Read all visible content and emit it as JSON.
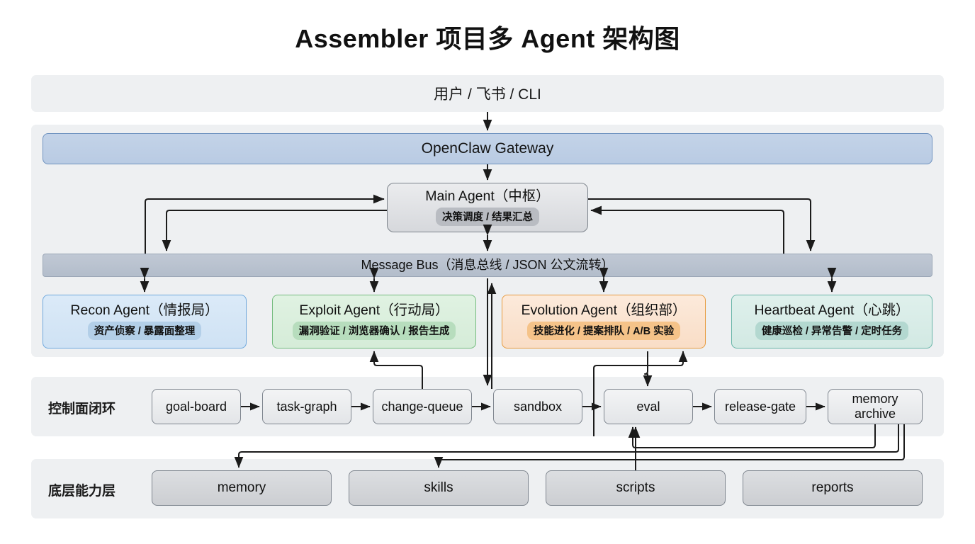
{
  "title": "Assembler 项目多 Agent 架构图",
  "layers": {
    "user": {
      "label": "用户 / 飞书 / CLI"
    },
    "gateway": {
      "label": "OpenClaw Gateway"
    },
    "main_agent": {
      "label": "Main Agent（中枢）",
      "pill": "决策调度 / 结果汇总"
    },
    "bus": {
      "label": "Message Bus（消息总线 / JSON 公文流转）"
    },
    "control_plane": {
      "label": "控制面闭环"
    },
    "base_layer": {
      "label": "底层能力层"
    }
  },
  "agents": [
    {
      "name": "recon",
      "label": "Recon Agent（情报局）",
      "pill": "资产侦察 / 暴露面整理",
      "color": "#6ea8dd"
    },
    {
      "name": "exploit",
      "label": "Exploit Agent（行动局）",
      "pill": "漏洞验证 / 浏览器确认 / 报告生成",
      "color": "#74bb7e"
    },
    {
      "name": "evolution",
      "label": "Evolution Agent（组织部）",
      "pill": "技能进化 / 提案排队 / A/B 实验",
      "color": "#e79b3f"
    },
    {
      "name": "heartbeat",
      "label": "Heartbeat Agent（心跳）",
      "pill": "健康巡检 / 异常告警 / 定时任务",
      "color": "#68b5a8"
    }
  ],
  "control_nodes": [
    {
      "name": "goal-board",
      "label": "goal-board"
    },
    {
      "name": "task-graph",
      "label": "task-graph"
    },
    {
      "name": "change-queue",
      "label": "change-queue"
    },
    {
      "name": "sandbox",
      "label": "sandbox"
    },
    {
      "name": "eval",
      "label": "eval"
    },
    {
      "name": "release-gate",
      "label": "release-gate"
    },
    {
      "name": "memory-archive",
      "label_line1": "memory",
      "label_line2": "archive"
    }
  ],
  "base_nodes": [
    {
      "name": "memory",
      "label": "memory"
    },
    {
      "name": "skills",
      "label": "skills"
    },
    {
      "name": "scripts",
      "label": "scripts"
    },
    {
      "name": "reports",
      "label": "reports"
    }
  ],
  "colors": {
    "band": "#eef0f2",
    "gateway_fill": "#bdcee4",
    "bus_fill": "#b9c2d0",
    "node_stroke": "#7f868f",
    "wire": "#1b1b1b",
    "page_bg": "#ffffff"
  },
  "connections": [
    {
      "from": "user",
      "to": "gateway",
      "type": "arrow"
    },
    {
      "from": "gateway",
      "to": "main-agent",
      "type": "arrow"
    },
    {
      "from": "bus",
      "to": "main-agent",
      "type": "arrow-left-loop"
    },
    {
      "from": "main-agent",
      "to": "bus",
      "type": "arrow-left-loop"
    },
    {
      "from": "bus",
      "to": "main-agent",
      "type": "arrow-right-loop"
    },
    {
      "from": "main-agent",
      "to": "bus",
      "type": "arrow-right-loop"
    },
    {
      "from": "bus",
      "to": "recon",
      "type": "bidirectional"
    },
    {
      "from": "bus",
      "to": "exploit",
      "type": "bidirectional"
    },
    {
      "from": "bus",
      "to": "evolution",
      "type": "bidirectional"
    },
    {
      "from": "bus",
      "to": "heartbeat",
      "type": "bidirectional"
    },
    {
      "from": "main-agent",
      "to": "bus",
      "type": "bidirectional-center"
    },
    {
      "from": "goal-board",
      "to": "task-graph",
      "type": "arrow"
    },
    {
      "from": "task-graph",
      "to": "change-queue",
      "type": "arrow"
    },
    {
      "from": "change-queue",
      "to": "sandbox",
      "type": "arrow"
    },
    {
      "from": "sandbox",
      "to": "eval",
      "type": "arrow"
    },
    {
      "from": "eval",
      "to": "release-gate",
      "type": "arrow"
    },
    {
      "from": "release-gate",
      "to": "memory-archive",
      "type": "arrow"
    },
    {
      "from": "change-queue",
      "to": "exploit",
      "type": "arrow"
    },
    {
      "from": "bus",
      "to": "change-queue",
      "type": "arrow"
    },
    {
      "from": "evolution",
      "to": "eval",
      "type": "arrow"
    },
    {
      "from": "change-queue",
      "to": "bus",
      "type": "arrow"
    },
    {
      "from": "memory-archive",
      "to": "eval",
      "type": "arrow"
    },
    {
      "from": "memory-archive",
      "to": "memory",
      "type": "arrow"
    },
    {
      "from": "memory-archive",
      "to": "skills",
      "type": "arrow"
    },
    {
      "from": "scripts",
      "to": "eval",
      "type": "arrow"
    },
    {
      "from": "evolution",
      "to": "scripts-area",
      "type": "arrow"
    }
  ]
}
